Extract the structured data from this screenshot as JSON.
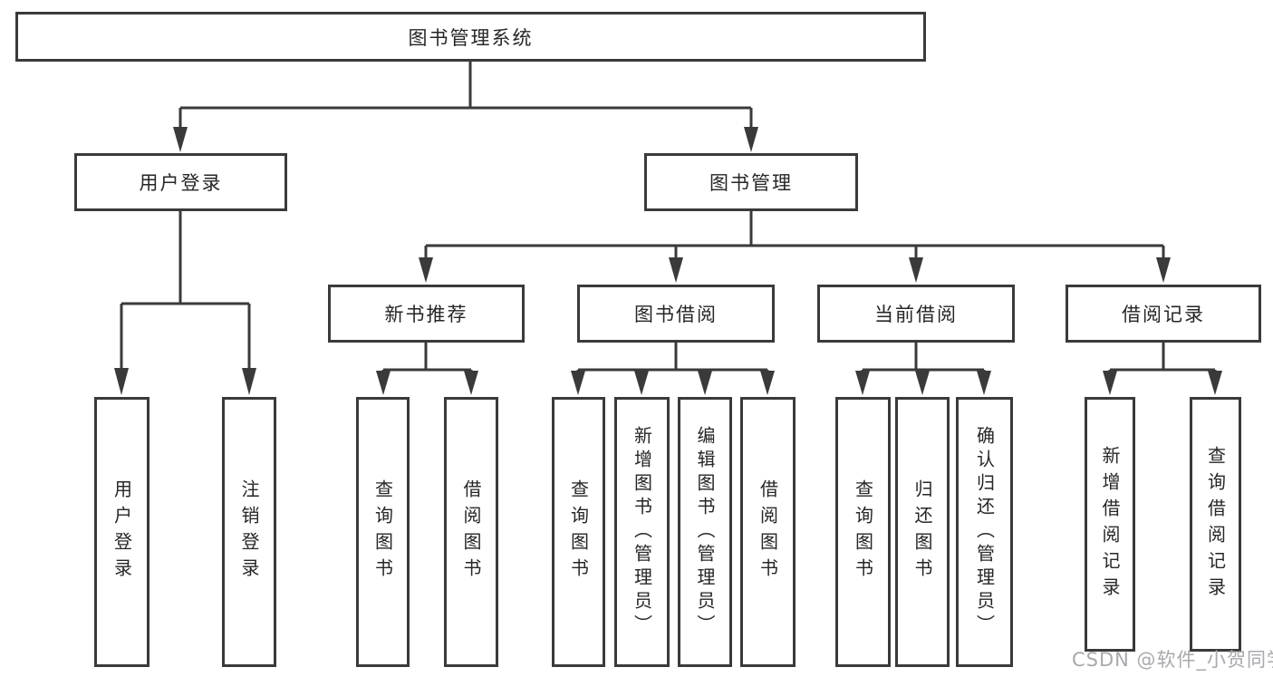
{
  "nodes": {
    "root": "图书管理系统",
    "user_login": "用户登录",
    "book_mgmt": "图书管理",
    "new_book_rec": "新书推荐",
    "book_borrow": "图书借阅",
    "current_borrow": "当前借阅",
    "borrow_records": "借阅记录",
    "leaves": {
      "user": [
        "用户登录",
        "注销登录"
      ],
      "newbook": [
        "查询图书",
        "借阅图书"
      ],
      "borrow": [
        "查询图书",
        "新增图书（管理员）",
        "编辑图书（管理员）",
        "借阅图书"
      ],
      "current": [
        "查询图书",
        "归还图书",
        "确认归还（管理员）"
      ],
      "records": [
        "新增借阅记录",
        "查询借阅记录"
      ]
    }
  },
  "watermark": "CSDN @软件_小贺同学",
  "colors": {
    "line": "#3a3a3a",
    "text": "#262626",
    "watermark": "#a9a9ae",
    "background": "#ffffff"
  }
}
